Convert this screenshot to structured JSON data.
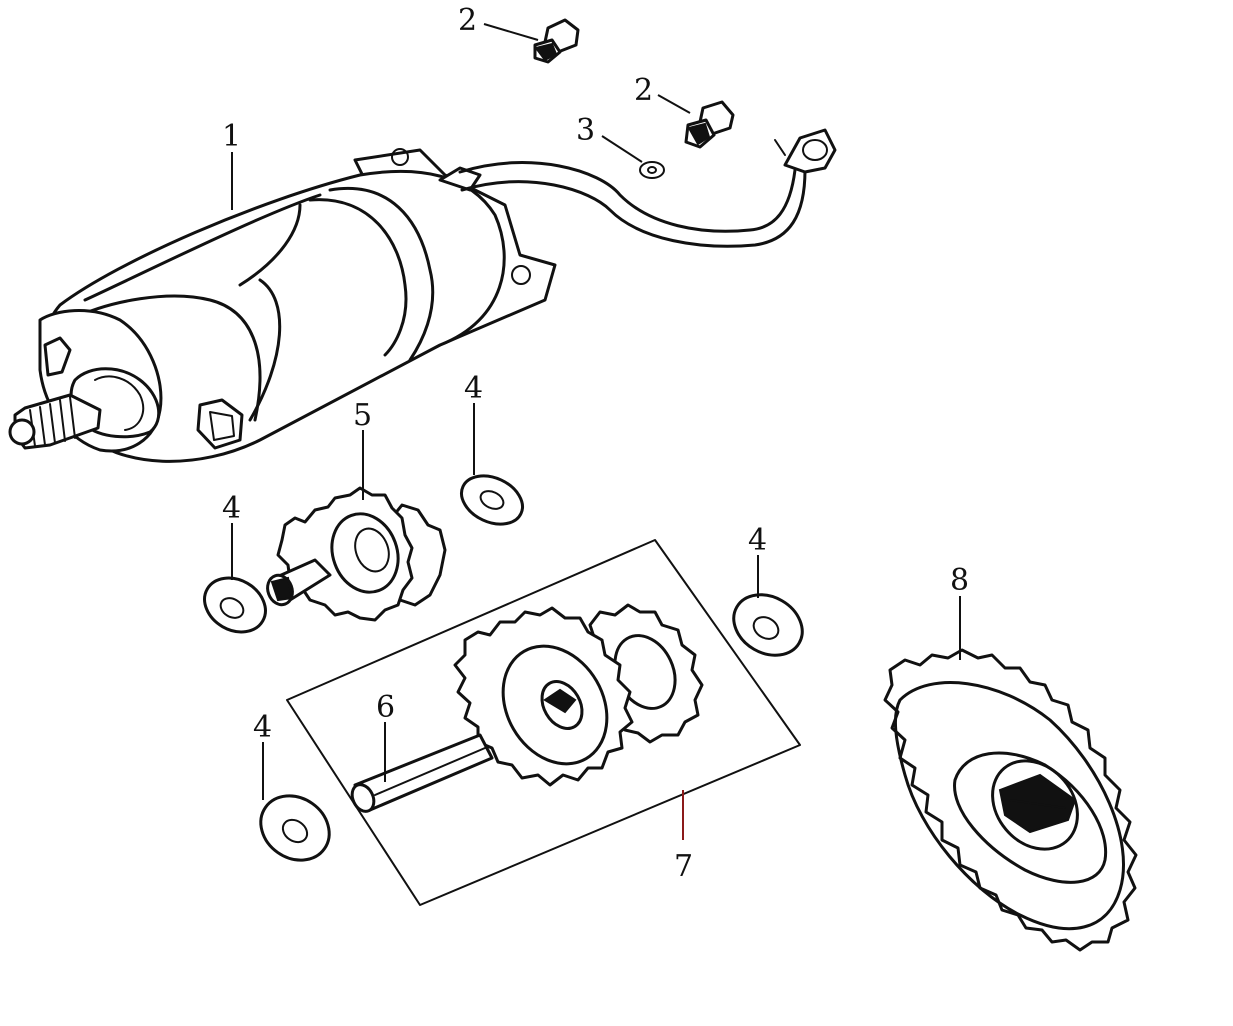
{
  "callouts": {
    "starter_motor": "1",
    "bolt_a": "2",
    "bolt_b": "2",
    "washer_small": "3",
    "washer_a": "4",
    "washer_b": "4",
    "washer_c": "4",
    "washer_d": "4",
    "idle_gear": "5",
    "shaft": "6",
    "gear_assembly": "7",
    "driven_sprocket": "8"
  },
  "colors": {
    "line": "#111111",
    "background": "#ffffff",
    "leader_red": "#8b1a1a"
  }
}
